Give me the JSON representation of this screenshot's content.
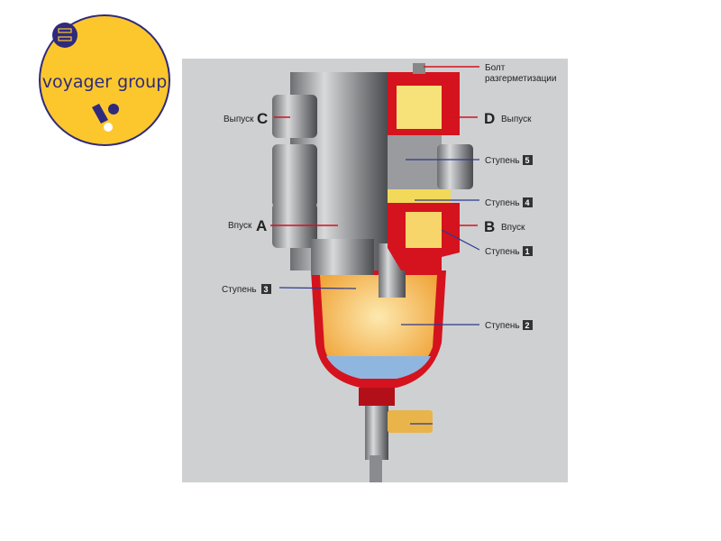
{
  "logo": {
    "text": "voyager group",
    "colors": {
      "fill": "#fcc72c",
      "ring": "#2f2a7c"
    }
  },
  "labels": {
    "bolt": [
      "Болт",
      "разгерметизации"
    ],
    "outlet_c": {
      "word": "Выпуск",
      "letter": "C"
    },
    "outlet_d": {
      "word": "Выпуск",
      "letter": "D"
    },
    "inlet_a": {
      "word": "Впуск",
      "letter": "A"
    },
    "inlet_b": {
      "word": "Впуск",
      "letter": "B"
    },
    "stage5": {
      "word": "Ступень",
      "num": "5"
    },
    "stage4": {
      "word": "Ступень",
      "num": "4"
    },
    "stage1": {
      "word": "Ступень",
      "num": "1"
    },
    "stage3": {
      "word": "Ступень",
      "num": "3"
    },
    "stage2": {
      "word": "Ступень",
      "num": "2"
    }
  },
  "colors": {
    "red": "#d4131e",
    "blue_line": "#2b3a8f",
    "fuel": "#f3b24a",
    "water": "#8fb6df"
  }
}
